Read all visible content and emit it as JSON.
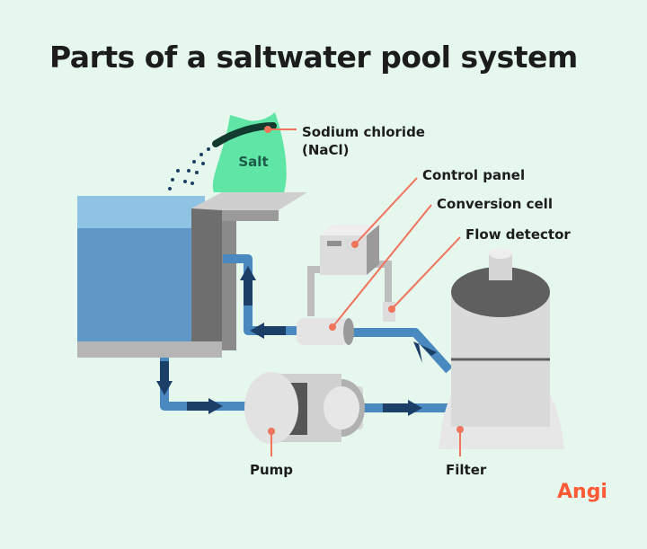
{
  "title": "Parts of a saltwater pool system",
  "labels": {
    "salt": "Salt",
    "sodium_line1": "Sodium chloride",
    "sodium_line2": "(NaCl)",
    "control_panel": "Control panel",
    "conversion_cell": "Conversion cell",
    "flow_detector": "Flow detector",
    "pump": "Pump",
    "filter": "Filter"
  },
  "brand": "Angi",
  "colors": {
    "background": "#e6f7ee",
    "water_top": "#8fc3e3",
    "water_body": "#5f97c6",
    "pipe": "#4a89c0",
    "arrow": "#1b3f66",
    "pointer": "#f0735c",
    "brand": "#ff5a36"
  }
}
